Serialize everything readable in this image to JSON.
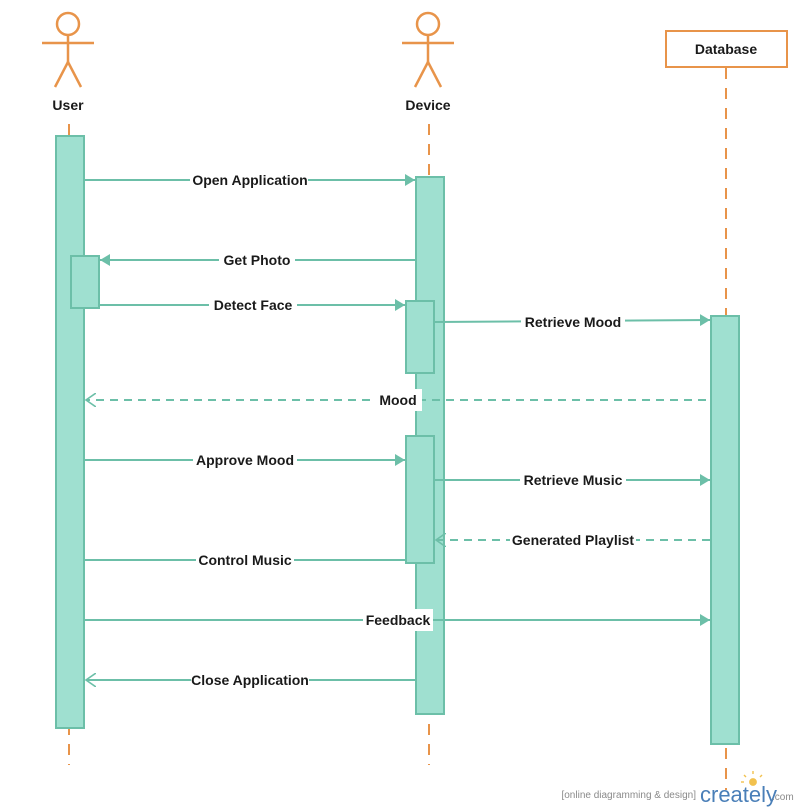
{
  "diagram": {
    "participants": [
      {
        "id": "user",
        "label": "User",
        "kind": "actor"
      },
      {
        "id": "device",
        "label": "Device",
        "kind": "actor"
      },
      {
        "id": "database",
        "label": "Database",
        "kind": "box"
      }
    ],
    "messages": [
      {
        "label": "Open Application",
        "from": "user",
        "to": "device",
        "style": "solid"
      },
      {
        "label": "Get Photo",
        "from": "device",
        "to": "user",
        "style": "solid"
      },
      {
        "label": "Detect Face",
        "from": "user",
        "to": "device",
        "style": "solid"
      },
      {
        "label": "Retrieve Mood",
        "from": "device",
        "to": "database",
        "style": "solid"
      },
      {
        "label": "Mood",
        "from": "database",
        "to": "user",
        "style": "dashed"
      },
      {
        "label": "Approve Mood",
        "from": "user",
        "to": "device",
        "style": "solid"
      },
      {
        "label": "Retrieve Music",
        "from": "device",
        "to": "database",
        "style": "solid"
      },
      {
        "label": "Generated Playlist",
        "from": "database",
        "to": "device",
        "style": "dashed"
      },
      {
        "label": "Control Music",
        "from": "device",
        "to": "user",
        "style": "solid"
      },
      {
        "label": "Feedback",
        "from": "user",
        "to": "database",
        "style": "solid"
      },
      {
        "label": "Close Application",
        "from": "device",
        "to": "user",
        "style": "solid"
      }
    ]
  },
  "watermark": {
    "tagline": "[online diagramming & design]",
    "brand": "creately",
    "domain": ".com"
  },
  "colors": {
    "actor": "#e8944a",
    "activation_fill": "#9fe0d0",
    "activation_stroke": "#6cbfa8",
    "arrow": "#6cbfa8",
    "text": "#1a1a1a"
  }
}
